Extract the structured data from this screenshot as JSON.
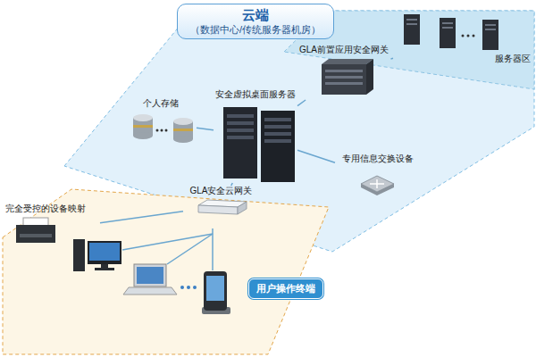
{
  "diagram": {
    "nodes": [
      {
        "text": [
          "云端",
          "（数据中心/传统服务器机房）"
        ]
      },
      {
        "text": [
          "服务器区"
        ]
      },
      {
        "text": [
          "GLA前置应用安全网关"
        ]
      },
      {
        "text": [
          "个人存储"
        ]
      },
      {
        "text": [
          "安全虚拟桌面服务器"
        ]
      },
      {
        "text": [
          "专用信息交换设备"
        ]
      },
      {
        "text": [
          "GLA安全云网关"
        ]
      },
      {
        "text": [
          "完全受控的设备映射"
        ]
      },
      {
        "text": [
          "用户操作终端"
        ]
      }
    ],
    "edges": [
      {
        "from": 1,
        "to": 2,
        "arrow": "none"
      },
      {
        "from": 4,
        "to": 2,
        "arrow": "none"
      },
      {
        "from": 3,
        "to": 4,
        "arrow": "none"
      },
      {
        "from": 4,
        "to": 5,
        "arrow": "none"
      },
      {
        "from": 4,
        "to": 6,
        "arrow": "none"
      },
      {
        "from": 6,
        "to": 7,
        "arrow": "none"
      }
    ]
  }
}
